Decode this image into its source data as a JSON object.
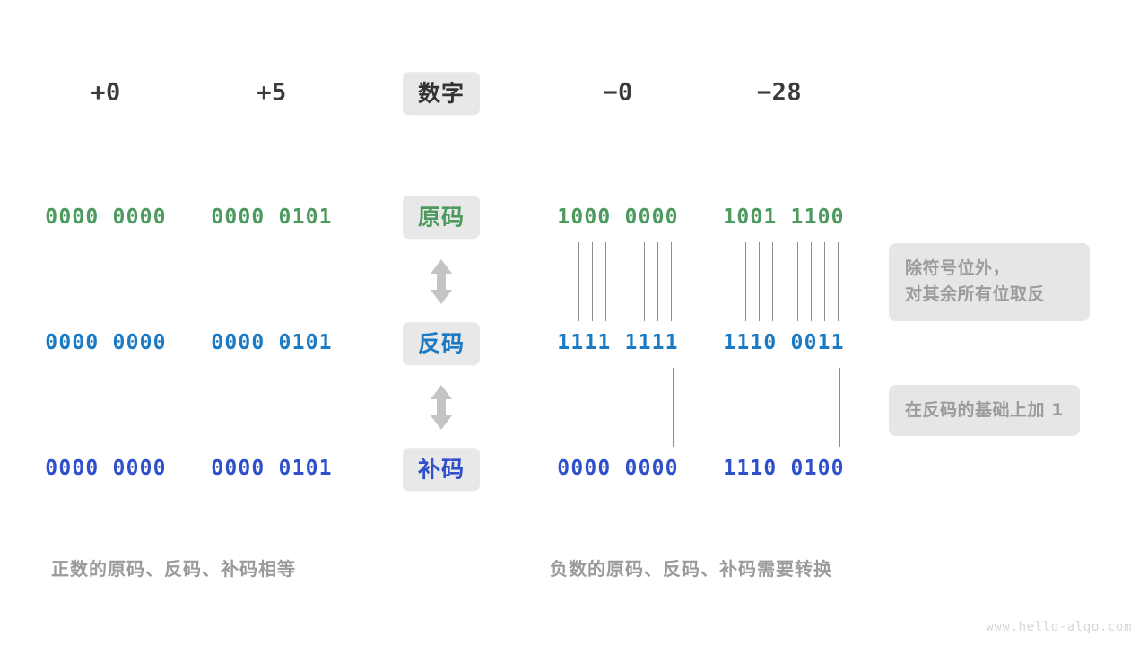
{
  "meta": {
    "watermark": "www.hello-algo.com",
    "bg_color": "#ffffff",
    "badge_bg": "#e8e8e8",
    "callout_bg": "#e6e6e6",
    "arrow_color": "#c4c4c4",
    "line_color": "#8d8d8d"
  },
  "colors": {
    "header_number": "#3b3b3b",
    "sign_magnitude": "#4c9a5d",
    "ones_complement": "#1b7ac4",
    "twos_complement": "#3050cb",
    "muted_text": "#9b9b9b"
  },
  "header": {
    "row_label": "数字",
    "columns": [
      {
        "name": "positive-zero",
        "value": "+0"
      },
      {
        "name": "positive-five",
        "value": "+5"
      },
      {
        "name": "negative-zero",
        "value": "−0"
      },
      {
        "name": "negative-twentyeight",
        "value": "−28"
      }
    ]
  },
  "rows": [
    {
      "key": "sign-magnitude",
      "label": "原码",
      "color_class": "green",
      "values": {
        "positive_zero": "0000 0000",
        "positive_five": "0000 0101",
        "negative_zero": "1000 0000",
        "negative_twentyeight": "1001 1100"
      }
    },
    {
      "key": "ones-complement",
      "label": "反码",
      "color_class": "blue",
      "values": {
        "positive_zero": "0000 0000",
        "positive_five": "0000 0101",
        "negative_zero": "1111 1111",
        "negative_twentyeight": "1110 0011"
      }
    },
    {
      "key": "twos-complement",
      "label": "补码",
      "color_class": "indigo",
      "values": {
        "positive_zero": "0000 0000",
        "positive_five": "0000 0101",
        "negative_zero": "0000 0000",
        "negative_twentyeight": "1110 0100"
      }
    }
  ],
  "annotations": {
    "invert_rule": "除符号位外，\n对其余所有位取反",
    "add_one_rule": "在反码的基础上加 1"
  },
  "captions": {
    "positive": "正数的原码、反码、补码相等",
    "negative": "负数的原码、反码、补码需要转换"
  }
}
